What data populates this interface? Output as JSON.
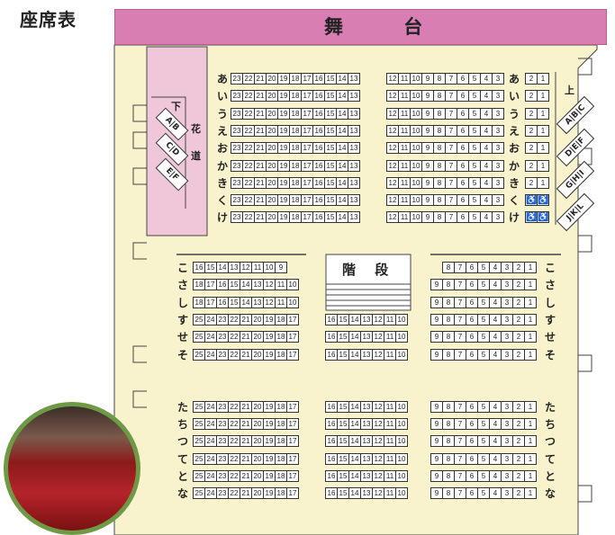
{
  "title": "座席表",
  "stage_label": "舞 台",
  "stairs_label": "階 段",
  "hanamichi_label": [
    "花",
    "道"
  ],
  "upper_label": "上",
  "lower_label": "下",
  "left_boxes": [
    "A|B",
    "C|D",
    "E|F"
  ],
  "right_boxes": [
    "A|B|C",
    "D|E|F",
    "G|H|I",
    "J|K|L"
  ],
  "photo_alt": "theater seats photo",
  "upper_rows": [
    {
      "label": "あ",
      "left": [
        "23",
        "22",
        "21",
        "20",
        "19",
        "18",
        "17",
        "16",
        "15",
        "14",
        "13"
      ],
      "center": [
        "12",
        "11",
        "10",
        "9",
        "8",
        "7",
        "6",
        "5",
        "4",
        "3"
      ],
      "right": [
        "2",
        "1"
      ]
    },
    {
      "label": "い",
      "left": [
        "23",
        "22",
        "21",
        "20",
        "19",
        "18",
        "17",
        "16",
        "15",
        "14",
        "13"
      ],
      "center": [
        "12",
        "11",
        "10",
        "9",
        "8",
        "7",
        "6",
        "5",
        "4",
        "3"
      ],
      "right": [
        "2",
        "1"
      ]
    },
    {
      "label": "う",
      "left": [
        "23",
        "22",
        "21",
        "20",
        "19",
        "18",
        "17",
        "16",
        "15",
        "14",
        "13"
      ],
      "center": [
        "12",
        "11",
        "10",
        "9",
        "8",
        "7",
        "6",
        "5",
        "4",
        "3"
      ],
      "right": [
        "2",
        "1"
      ]
    },
    {
      "label": "え",
      "left": [
        "23",
        "22",
        "21",
        "20",
        "19",
        "18",
        "17",
        "16",
        "15",
        "14",
        "13"
      ],
      "center": [
        "12",
        "11",
        "10",
        "9",
        "8",
        "7",
        "6",
        "5",
        "4",
        "3"
      ],
      "right": [
        "2",
        "1"
      ]
    },
    {
      "label": "お",
      "left": [
        "23",
        "22",
        "21",
        "20",
        "19",
        "18",
        "17",
        "16",
        "15",
        "14",
        "13"
      ],
      "center": [
        "12",
        "11",
        "10",
        "9",
        "8",
        "7",
        "6",
        "5",
        "4",
        "3"
      ],
      "right": [
        "2",
        "1"
      ]
    },
    {
      "label": "か",
      "left": [
        "23",
        "22",
        "21",
        "20",
        "19",
        "18",
        "17",
        "16",
        "15",
        "14",
        "13"
      ],
      "center": [
        "12",
        "11",
        "10",
        "9",
        "8",
        "7",
        "6",
        "5",
        "4",
        "3"
      ],
      "right": [
        "2",
        "1"
      ]
    },
    {
      "label": "き",
      "left": [
        "23",
        "22",
        "21",
        "20",
        "19",
        "18",
        "17",
        "16",
        "15",
        "14",
        "13"
      ],
      "center": [
        "12",
        "11",
        "10",
        "9",
        "8",
        "7",
        "6",
        "5",
        "4",
        "3"
      ],
      "right": [
        "2",
        "1"
      ]
    },
    {
      "label": "く",
      "left": [
        "23",
        "22",
        "21",
        "20",
        "19",
        "18",
        "17",
        "16",
        "15",
        "14",
        "13"
      ],
      "center": [
        "12",
        "11",
        "10",
        "9",
        "8",
        "7",
        "6",
        "5",
        "4",
        "3"
      ],
      "right": [
        "♿",
        "♿"
      ]
    },
    {
      "label": "け",
      "left": [
        "23",
        "22",
        "21",
        "20",
        "19",
        "18",
        "17",
        "16",
        "15",
        "14",
        "13"
      ],
      "center": [
        "12",
        "11",
        "10",
        "9",
        "8",
        "7",
        "6",
        "5",
        "4",
        "3"
      ],
      "right": [
        "♿",
        "♿"
      ]
    }
  ],
  "lower_rows": [
    {
      "label": "こ",
      "left": [
        "16",
        "15",
        "14",
        "13",
        "12",
        "11",
        "10",
        "9"
      ],
      "center": [],
      "right": [
        "8",
        "7",
        "6",
        "5",
        "4",
        "3",
        "2",
        "1"
      ]
    },
    {
      "label": "さ",
      "left": [
        "18",
        "17",
        "16",
        "15",
        "14",
        "13",
        "12",
        "11",
        "10"
      ],
      "center": [],
      "right": [
        "9",
        "8",
        "7",
        "6",
        "5",
        "4",
        "3",
        "2",
        "1"
      ]
    },
    {
      "label": "し",
      "left": [
        "18",
        "17",
        "16",
        "15",
        "14",
        "13",
        "12",
        "11",
        "10"
      ],
      "center": [],
      "right": [
        "9",
        "8",
        "7",
        "6",
        "5",
        "4",
        "3",
        "2",
        "1"
      ]
    },
    {
      "label": "す",
      "left": [
        "25",
        "24",
        "23",
        "22",
        "21",
        "20",
        "19",
        "18",
        "17"
      ],
      "center": [
        "16",
        "15",
        "14",
        "13",
        "12",
        "11",
        "10"
      ],
      "right": [
        "9",
        "8",
        "7",
        "6",
        "5",
        "4",
        "3",
        "2",
        "1"
      ]
    },
    {
      "label": "せ",
      "left": [
        "25",
        "24",
        "23",
        "22",
        "21",
        "20",
        "19",
        "18",
        "17"
      ],
      "center": [
        "16",
        "15",
        "14",
        "13",
        "12",
        "11",
        "10"
      ],
      "right": [
        "9",
        "8",
        "7",
        "6",
        "5",
        "4",
        "3",
        "2",
        "1"
      ]
    },
    {
      "label": "そ",
      "left": [
        "25",
        "24",
        "23",
        "22",
        "21",
        "20",
        "19",
        "18",
        "17"
      ],
      "center": [
        "16",
        "15",
        "14",
        "13",
        "12",
        "11",
        "10"
      ],
      "right": [
        "9",
        "8",
        "7",
        "6",
        "5",
        "4",
        "3",
        "2",
        "1"
      ]
    },
    {
      "label": "た",
      "left": [
        "25",
        "24",
        "23",
        "22",
        "21",
        "20",
        "19",
        "18",
        "17"
      ],
      "center": [
        "16",
        "15",
        "14",
        "13",
        "12",
        "11",
        "10"
      ],
      "right": [
        "9",
        "8",
        "7",
        "6",
        "5",
        "4",
        "3",
        "2",
        "1"
      ]
    },
    {
      "label": "ち",
      "left": [
        "25",
        "24",
        "23",
        "22",
        "21",
        "20",
        "19",
        "18",
        "17"
      ],
      "center": [
        "16",
        "15",
        "14",
        "13",
        "12",
        "11",
        "10"
      ],
      "right": [
        "9",
        "8",
        "7",
        "6",
        "5",
        "4",
        "3",
        "2",
        "1"
      ]
    },
    {
      "label": "つ",
      "left": [
        "25",
        "24",
        "23",
        "22",
        "21",
        "20",
        "19",
        "18",
        "17"
      ],
      "center": [
        "16",
        "15",
        "14",
        "13",
        "12",
        "11",
        "10"
      ],
      "right": [
        "9",
        "8",
        "7",
        "6",
        "5",
        "4",
        "3",
        "2",
        "1"
      ]
    },
    {
      "label": "て",
      "left": [
        "25",
        "24",
        "23",
        "22",
        "21",
        "20",
        "19",
        "18",
        "17"
      ],
      "center": [
        "16",
        "15",
        "14",
        "13",
        "12",
        "11",
        "10"
      ],
      "right": [
        "9",
        "8",
        "7",
        "6",
        "5",
        "4",
        "3",
        "2",
        "1"
      ]
    },
    {
      "label": "と",
      "left": [
        "25",
        "24",
        "23",
        "22",
        "21",
        "20",
        "19",
        "18",
        "17"
      ],
      "center": [
        "16",
        "15",
        "14",
        "13",
        "12",
        "11",
        "10"
      ],
      "right": [
        "9",
        "8",
        "7",
        "6",
        "5",
        "4",
        "3",
        "2",
        "1"
      ]
    },
    {
      "label": "な",
      "left": [
        "25",
        "24",
        "23",
        "22",
        "21",
        "20",
        "19",
        "18",
        "17"
      ],
      "center": [
        "16",
        "15",
        "14",
        "13",
        "12",
        "11",
        "10"
      ],
      "right": [
        "9",
        "8",
        "7",
        "6",
        "5",
        "4",
        "3",
        "2",
        "1"
      ]
    }
  ],
  "colors": {
    "stage": "#d97eb3",
    "floor": "#f8f3cd",
    "hanamichi": "#f0c7d8",
    "photo_ring": "#6e9a45",
    "wheelchair": "#2a6fb5"
  }
}
